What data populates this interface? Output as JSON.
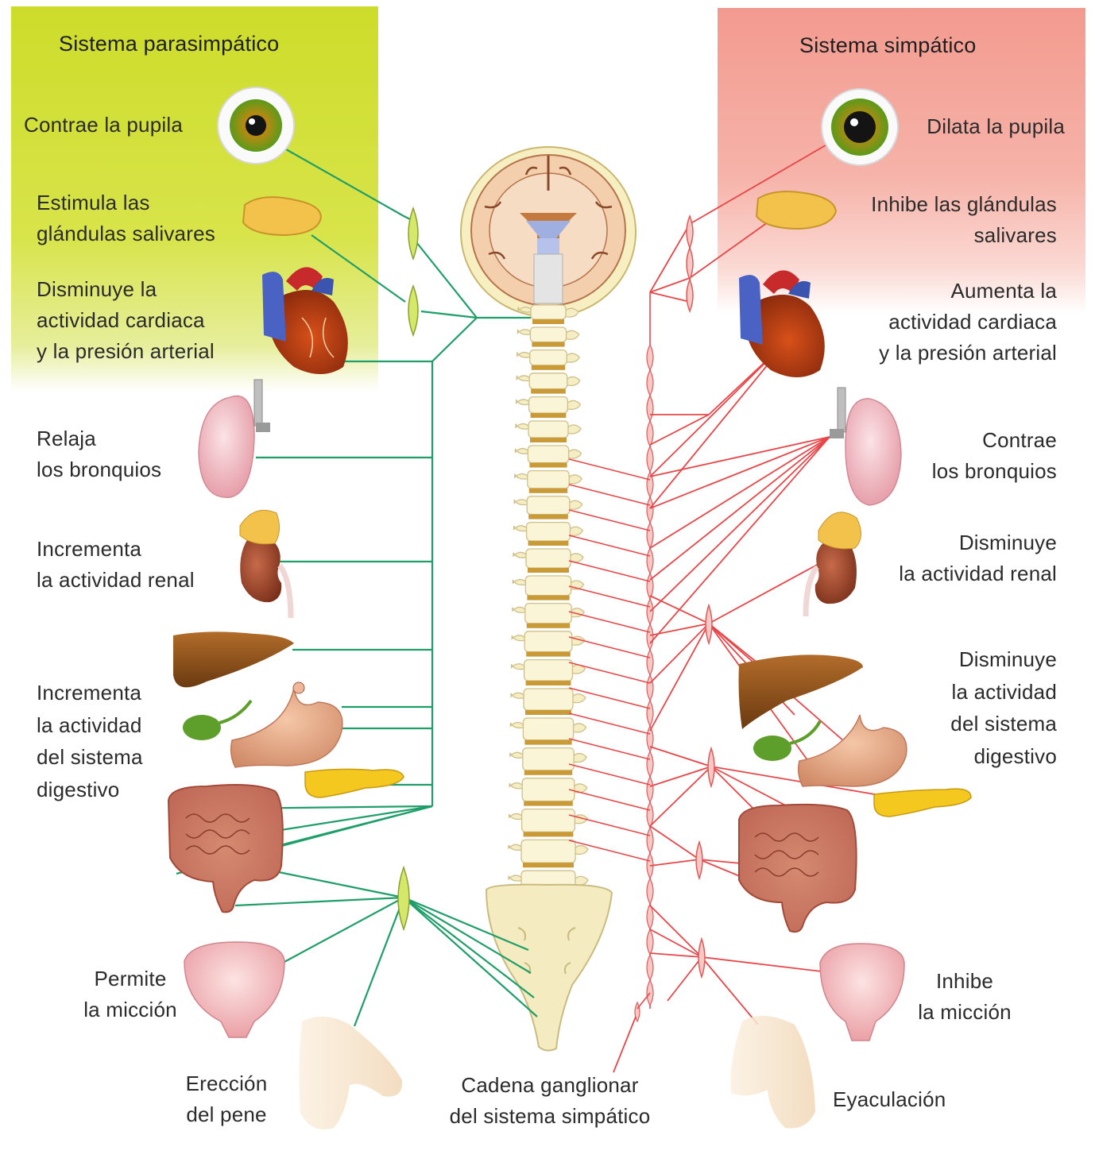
{
  "parasympathetic": {
    "title": "Sistema parasimpático",
    "color": "#cddc2a",
    "nerve_color": "#1f9e6a",
    "effects": {
      "eye": "Contrae la pupila",
      "salivary": "Estimula las\nglándulas salivares",
      "heart": "Disminuye la\nactividad cardiaca\ny la presión arterial",
      "lungs": "Relaja\nlos bronquios",
      "kidney": "Incrementa\nla actividad renal",
      "digestive": "Incrementa\nla actividad\ndel sistema\ndigestivo",
      "bladder": "Permite\nla micción",
      "genital": "Erección\ndel pene"
    }
  },
  "sympathetic": {
    "title": "Sistema simpático",
    "color": "#f39a8f",
    "nerve_color": "#e8474a",
    "effects": {
      "eye": "Dilata la pupila",
      "salivary": "Inhibe las glándulas\nsalivares",
      "heart": "Aumenta la\nactividad cardiaca\ny la presión arterial",
      "lungs": "Contrae\nlos bronquios",
      "kidney": "Disminuye\nla actividad renal",
      "digestive": "Disminuye\nla actividad\ndel sistema\ndigestivo",
      "bladder": "Inhibe\nla micción",
      "genital": "Eyaculación"
    }
  },
  "chain_label": "Cadena ganglionar\ndel sistema simpático"
}
